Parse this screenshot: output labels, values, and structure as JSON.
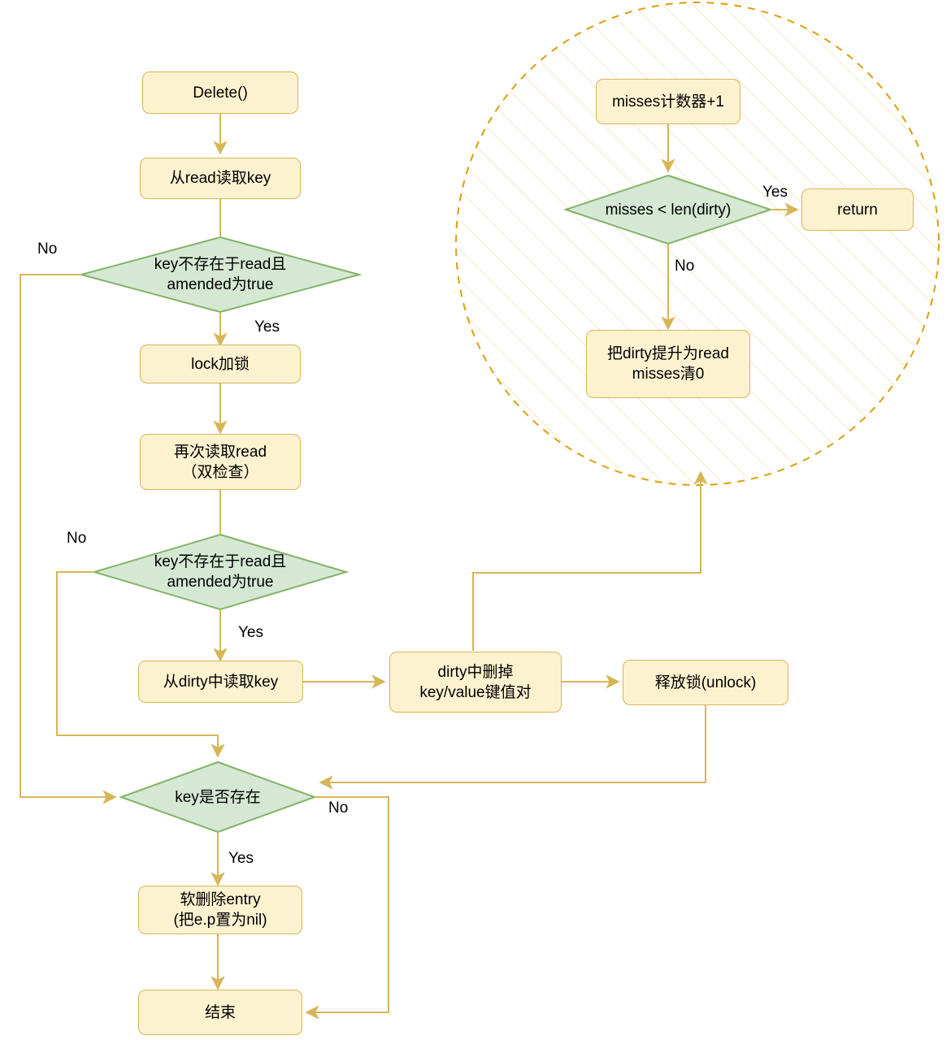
{
  "diagram": {
    "title": "sync.Map Delete() flowchart",
    "colors": {
      "process_fill": "#fdf2d0",
      "process_stroke": "#d6b656",
      "decision_fill": "#d5e8d4",
      "decision_stroke": "#82b366",
      "edge_stroke": "#d6b656",
      "group_stroke": "#d79b00",
      "hatch_stroke": "#fae3c8",
      "text": "#000000"
    },
    "nodes": [
      {
        "id": "start",
        "type": "process",
        "label": "Delete()"
      },
      {
        "id": "read-key",
        "type": "process",
        "label": "从read读取key"
      },
      {
        "id": "dec1",
        "type": "decision",
        "label": "key不存在于read且\namended为true"
      },
      {
        "id": "lock",
        "type": "process",
        "label": "lock加锁"
      },
      {
        "id": "reread",
        "type": "process",
        "label": "再次读取read\n（双检查）"
      },
      {
        "id": "dec2",
        "type": "decision",
        "label": "key不存在于read且\namended为true"
      },
      {
        "id": "dirty-read",
        "type": "process",
        "label": "从dirty中读取key"
      },
      {
        "id": "dirty-del",
        "type": "process",
        "label": "dirty中删掉\nkey/value键值对"
      },
      {
        "id": "unlock",
        "type": "process",
        "label": "释放锁(unlock)"
      },
      {
        "id": "dec3",
        "type": "decision",
        "label": "key是否存在"
      },
      {
        "id": "soft-delete",
        "type": "process",
        "label": "软删除entry\n(把e.p置为nil)"
      },
      {
        "id": "end",
        "type": "process",
        "label": "结束"
      },
      {
        "id": "misses-inc",
        "type": "process",
        "label": "misses计数器+1"
      },
      {
        "id": "dec4",
        "type": "decision",
        "label": "misses < len(dirty)"
      },
      {
        "id": "return",
        "type": "process",
        "label": "return"
      },
      {
        "id": "promote",
        "type": "process",
        "label": "把dirty提升为read\nmisses清0"
      }
    ],
    "edge_labels": {
      "dec1_no": "No",
      "dec1_yes": "Yes",
      "dec2_no": "No",
      "dec2_yes": "Yes",
      "dec3_yes": "Yes",
      "dec3_no": "No",
      "dec4_yes": "Yes",
      "dec4_no": "No"
    }
  }
}
